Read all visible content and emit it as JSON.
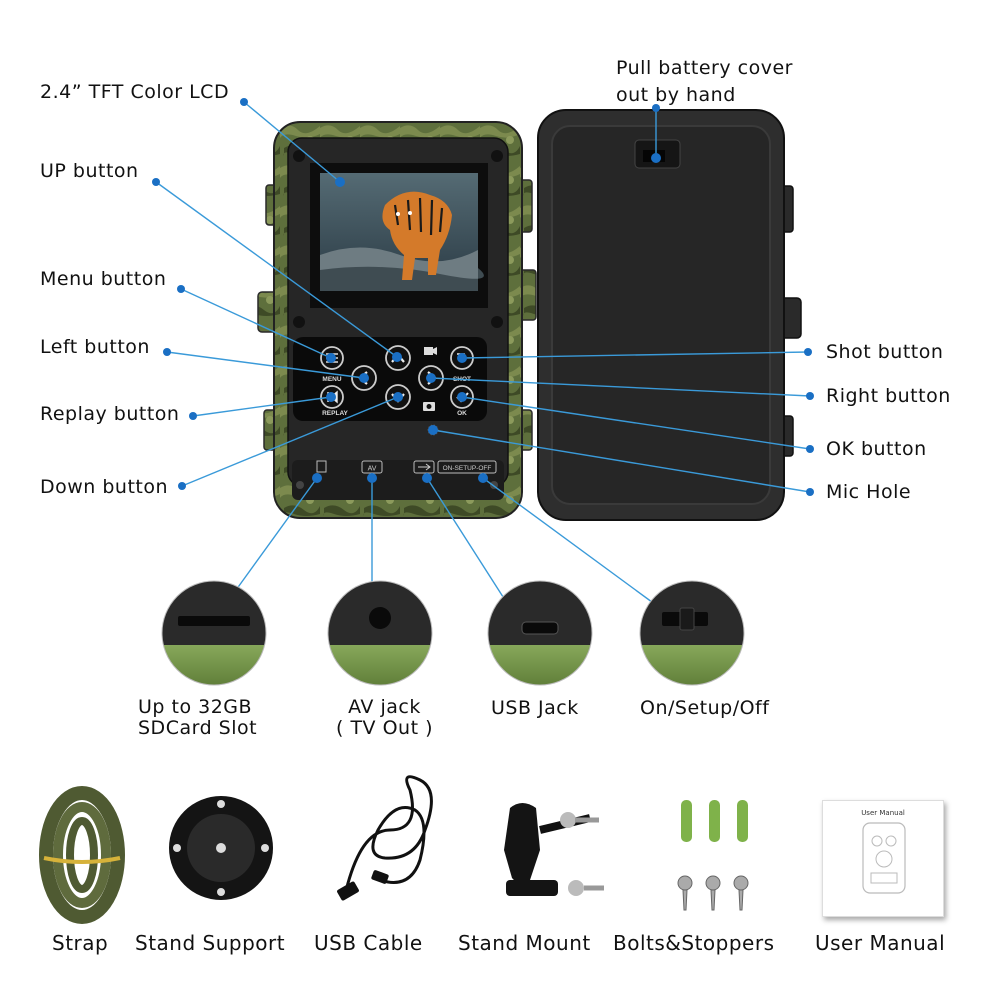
{
  "labels": {
    "lcd": "2.4” TFT Color LCD",
    "up": "UP button",
    "menu": "Menu button",
    "left": "Left button",
    "replay": "Replay button",
    "down": "Down button",
    "battery_line1": "Pull battery cover",
    "battery_line2": "out by hand",
    "shot": "Shot button",
    "right": "Right button",
    "ok": "OK button",
    "mic": "Mic Hole"
  },
  "keypad": {
    "menu": "MENU",
    "shot": "SHOT",
    "replay": "REPLAY",
    "ok": "OK",
    "av": "AV",
    "switch": "ON-SETUP-OFF"
  },
  "ports": {
    "sd_line1": "Up to 32GB",
    "sd_line2": "SDCard Slot",
    "av_line1": "AV jack",
    "av_line2": "( TV Out )",
    "usb": "USB Jack",
    "switch": "On/Setup/Off"
  },
  "accessories": {
    "strap": "Strap",
    "stand_support": "Stand Support",
    "usb_cable": "USB Cable",
    "stand_mount": "Stand Mount",
    "bolts": "Bolts&Stoppers",
    "manual": "User Manual",
    "manual_cover_title": "User Manual"
  },
  "colors": {
    "camo_green": "#5a6e3a",
    "leader_line": "#3a9ad9",
    "dot": "#1a6fc4"
  }
}
